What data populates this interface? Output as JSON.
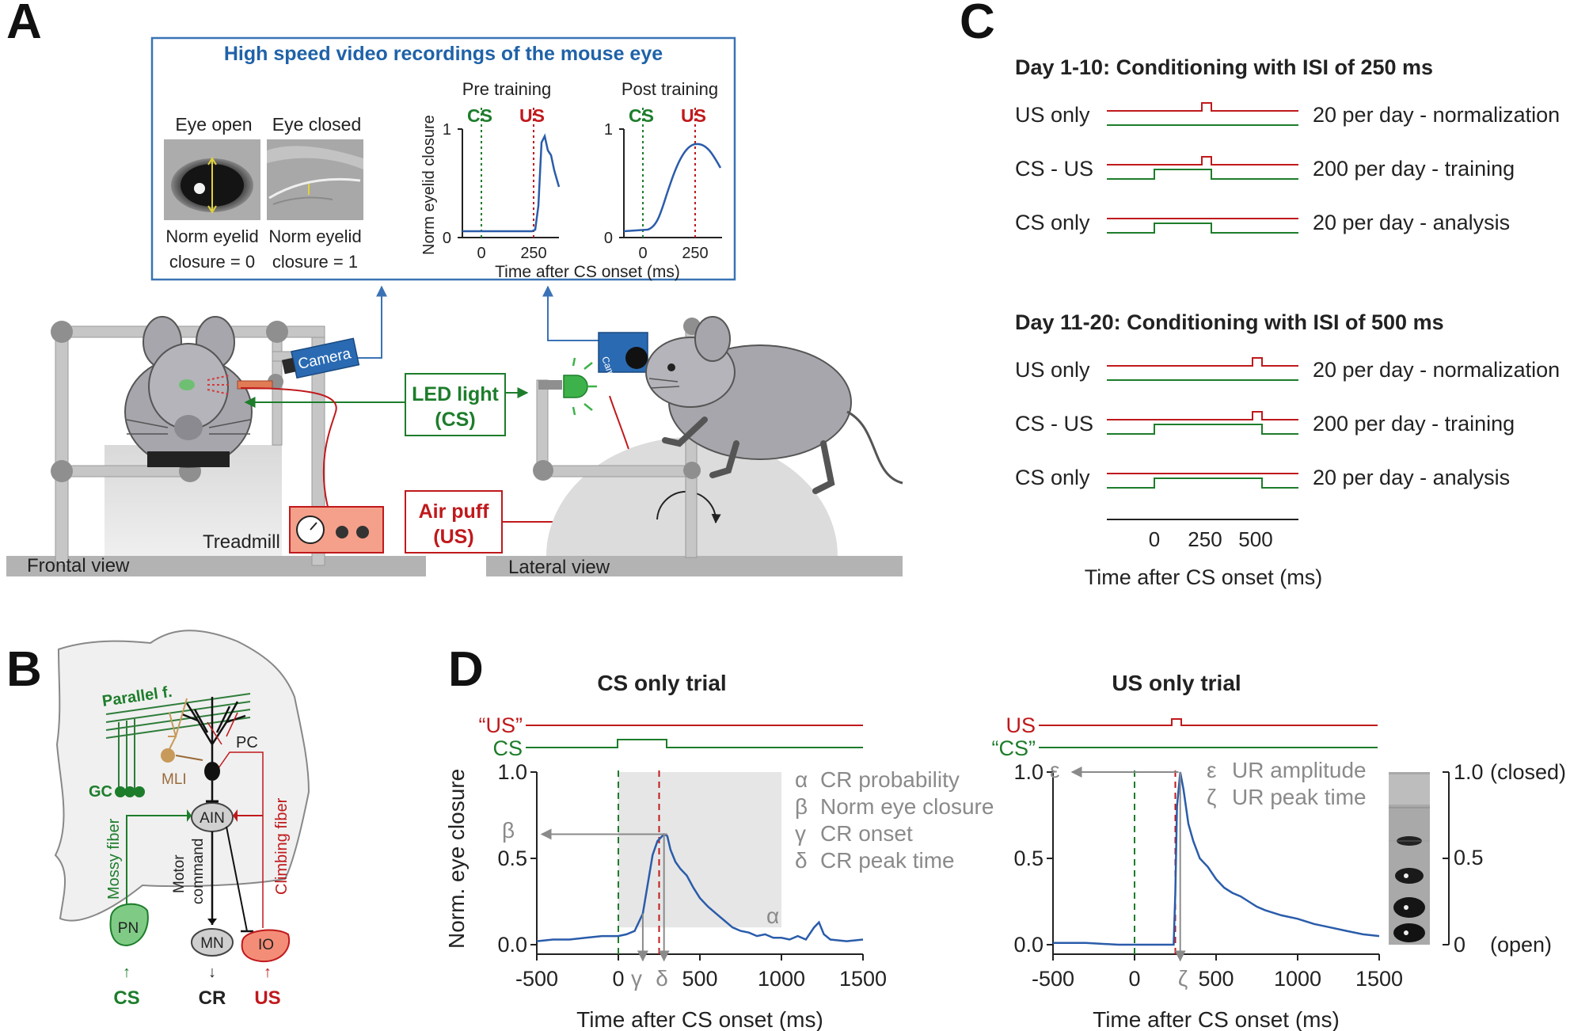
{
  "colors": {
    "cs_green": "#1d7d2b",
    "us_red": "#c0191c",
    "trace_blue": "#2a5caa",
    "box_blue": "#3a73b5",
    "gray_text": "#8a8a8a",
    "mli_brown": "#9a6b3a"
  },
  "panel_a": {
    "letter": "A",
    "video_box_title": "High speed video recordings of the mouse eye",
    "eye_open_label": "Eye open",
    "eye_closed_label": "Eye closed",
    "norm_open_line1": "Norm eyelid",
    "norm_open_line2": "closure = 0",
    "norm_closed_line1": "Norm eyelid",
    "norm_closed_line2": "closure = 1",
    "pre_training": "Pre training",
    "post_training": "Post training",
    "cs": "CS",
    "us": "US",
    "ylabel": "Norm eyelid closure",
    "xlabel": "Time after CS onset (ms)",
    "tick_0": "0",
    "tick_1": "1",
    "tick_x0": "0",
    "tick_x250": "250",
    "camera_label": "Camera",
    "camera_label_side": "Camera",
    "led_line1": "LED light",
    "led_line2": "(CS)",
    "puff_line1": "Air puff",
    "puff_line2": "(US)",
    "treadmill": "Treadmill",
    "frontal_view": "Frontal view",
    "lateral_view": "Lateral view"
  },
  "panel_b": {
    "letter": "B",
    "parallel_f": "Parallel f.",
    "pc": "PC",
    "gc": "GC",
    "mli": "MLI",
    "ain": "AIN",
    "mossy_fiber": "Mossy fiber",
    "motor_command_1": "Motor",
    "motor_command_2": "command",
    "climbing_fiber": "Climbing fiber",
    "pn": "PN",
    "mn": "MN",
    "io": "IO",
    "cs": "CS",
    "cr": "CR",
    "us": "US",
    "arrow": "↑",
    "arrow_down": "↓"
  },
  "panel_c": {
    "letter": "C",
    "block1_title": "Day 1-10: Conditioning with ISI of 250 ms",
    "block2_title": "Day 11-20: Conditioning with ISI of 500 ms",
    "rows_block1": [
      {
        "label": "US only",
        "note": "20 per day - normalization"
      },
      {
        "label": "CS - US",
        "note": "200 per day - training"
      },
      {
        "label": "CS only",
        "note": "20 per day - analysis"
      }
    ],
    "rows_block2": [
      {
        "label": "US only",
        "note": "20 per day - normalization"
      },
      {
        "label": "CS - US",
        "note": "200 per day - training"
      },
      {
        "label": "CS only",
        "note": "20 per day - analysis"
      }
    ],
    "tick_labels": [
      "0",
      "250",
      "500"
    ],
    "xlabel": "Time after CS onset (ms)"
  },
  "panel_d": {
    "letter": "D",
    "ylabel": "Norm. eye closure",
    "cs_trial": {
      "title": "CS only trial",
      "us_label": "“US”",
      "cs_label": "CS",
      "xlabel": "Time after CS onset (ms)",
      "legend": [
        {
          "sym": "α",
          "text": "CR probability"
        },
        {
          "sym": "β",
          "text": "Norm eye closure"
        },
        {
          "sym": "γ",
          "text": "CR onset"
        },
        {
          "sym": "δ",
          "text": "CR peak time"
        }
      ],
      "alpha": "α",
      "beta": "β",
      "gamma": "γ",
      "delta": "δ"
    },
    "us_trial": {
      "title": "US only trial",
      "us_label": "US",
      "cs_label": "“CS”",
      "xlabel": "Time after CS onset (ms)",
      "legend": [
        {
          "sym": "ε",
          "text": "UR amplitude"
        },
        {
          "sym": "ζ",
          "text": "UR peak time"
        }
      ],
      "epsilon": "ε",
      "zeta": "ζ",
      "right_top": "1.0",
      "right_top_note": "(closed)",
      "right_mid": "0.5",
      "right_bot": "0",
      "right_bot_note": "(open)"
    },
    "y_ticks": [
      "0.0",
      "0.5",
      "1.0"
    ],
    "x_ticks": [
      "-500",
      "0",
      "500",
      "1000",
      "1500"
    ],
    "x_ticks_cs": [
      "-500",
      "0",
      "500",
      "1000",
      "1500"
    ],
    "x_ticks_us": [
      "-500",
      "0",
      "500",
      "1000",
      "1500"
    ]
  },
  "chart_data": [
    {
      "type": "line",
      "title": "CS only trial",
      "xlabel": "Time after CS onset (ms)",
      "ylabel": "Norm. eye closure",
      "xlim": [
        -500,
        1500
      ],
      "ylim": [
        0,
        1
      ],
      "series": [
        {
          "x": [
            -500,
            -400,
            -300,
            -200,
            -100,
            0,
            50,
            100,
            150,
            180,
            210,
            240,
            260,
            280,
            300,
            320,
            350,
            380,
            420,
            460,
            500,
            550,
            600,
            650,
            700,
            750,
            800,
            850,
            900,
            950,
            1000,
            1050,
            1100,
            1150,
            1200,
            1230,
            1260,
            1300,
            1400,
            1500
          ],
          "values": [
            0.02,
            0.03,
            0.03,
            0.04,
            0.05,
            0.05,
            0.06,
            0.08,
            0.18,
            0.35,
            0.52,
            0.6,
            0.62,
            0.64,
            0.63,
            0.55,
            0.48,
            0.44,
            0.4,
            0.33,
            0.27,
            0.22,
            0.18,
            0.14,
            0.1,
            0.08,
            0.07,
            0.05,
            0.06,
            0.04,
            0.04,
            0.03,
            0.05,
            0.03,
            0.1,
            0.13,
            0.06,
            0.03,
            0.02,
            0.03
          ]
        }
      ]
    },
    {
      "type": "line",
      "title": "US only trial",
      "xlabel": "Time after CS onset (ms)",
      "ylabel": "Norm. eye closure",
      "xlim": [
        -500,
        1500
      ],
      "ylim": [
        0,
        1
      ],
      "series": [
        {
          "x": [
            -500,
            -300,
            -100,
            0,
            100,
            200,
            240,
            250,
            260,
            280,
            300,
            330,
            360,
            400,
            450,
            500,
            550,
            600,
            650,
            700,
            750,
            800,
            900,
            1000,
            1100,
            1200,
            1300,
            1400,
            1500
          ],
          "values": [
            0.01,
            0.01,
            0.0,
            0.0,
            0.0,
            0.0,
            0.0,
            0.3,
            0.8,
            1.0,
            0.9,
            0.7,
            0.6,
            0.5,
            0.45,
            0.38,
            0.33,
            0.3,
            0.28,
            0.25,
            0.22,
            0.2,
            0.17,
            0.15,
            0.12,
            0.1,
            0.08,
            0.06,
            0.05
          ]
        }
      ]
    }
  ]
}
